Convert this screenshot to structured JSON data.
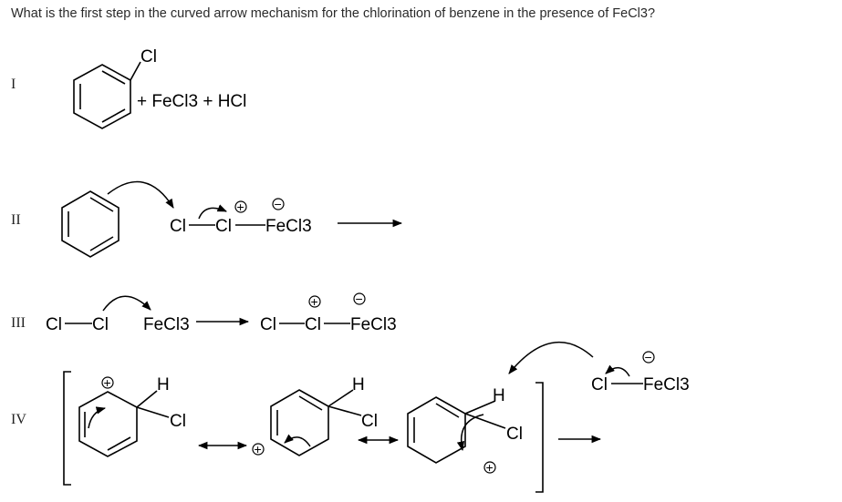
{
  "question": "What is the first step in the curved arrow mechanism for the chlorination of benzene in the presence of FeCl3?",
  "options": {
    "I": {
      "numeral": "I",
      "substituent": "Cl",
      "products": "+ FeCl3 + HCl"
    },
    "II": {
      "numeral": "II",
      "cl_left": "Cl",
      "cl_right": "Cl",
      "fecl3": "FeCl3",
      "plus": "+",
      "minus": "−"
    },
    "III": {
      "numeral": "III",
      "cl_a": "Cl",
      "cl_b": "Cl",
      "fecl3_reactant": "FeCl3",
      "cl_c": "Cl",
      "cl_d": "Cl",
      "fecl3_product": "FeCl3",
      "plus": "+",
      "minus": "−"
    },
    "IV": {
      "numeral": "IV",
      "h1": "H",
      "cl1": "Cl",
      "h2": "H",
      "cl2": "Cl",
      "h3": "H",
      "cl3": "Cl",
      "plus": "+",
      "cl_complex": "Cl",
      "fecl3_complex": "FeCl3",
      "minus": "−"
    }
  }
}
